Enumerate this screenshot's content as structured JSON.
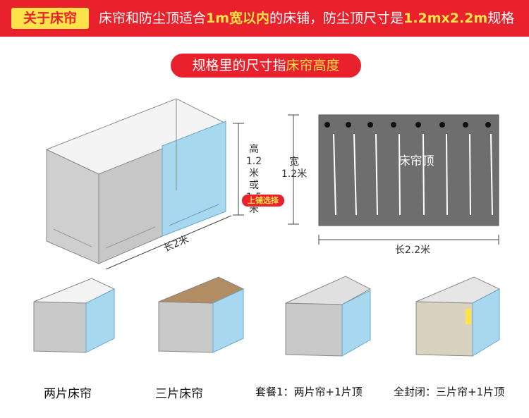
{
  "header": {
    "tag": "关于床帘",
    "text_parts": [
      "床帘和防尘顶适合",
      "1m宽以内",
      "的床铺，防尘顶尺寸是",
      "1.2mx2.2m",
      "规格"
    ]
  },
  "note": {
    "prefix": "规格里的尺寸指",
    "accent": "床帘高度"
  },
  "dimensions": {
    "height_lines": [
      "高",
      "1.2米",
      "或",
      "1.5米"
    ],
    "bunk_option": "上铺选择",
    "length_bed": "长2米",
    "width_roof": [
      "宽",
      "1.2米"
    ],
    "roof_label": "床帘顶",
    "length_roof": "长2.2米"
  },
  "captions": [
    "两片床帘",
    "三片床帘",
    "套餐1：两片帘+1片顶",
    "全封闭：三片帘+1片顶"
  ],
  "colors": {
    "red": "#e8212c",
    "yellow": "#fde24a",
    "grey_curtain": "#c9c9c9",
    "blue_curtain": "#a8d8f0",
    "roof_grey": "#6e6e6e",
    "brown": "#b08d63"
  }
}
